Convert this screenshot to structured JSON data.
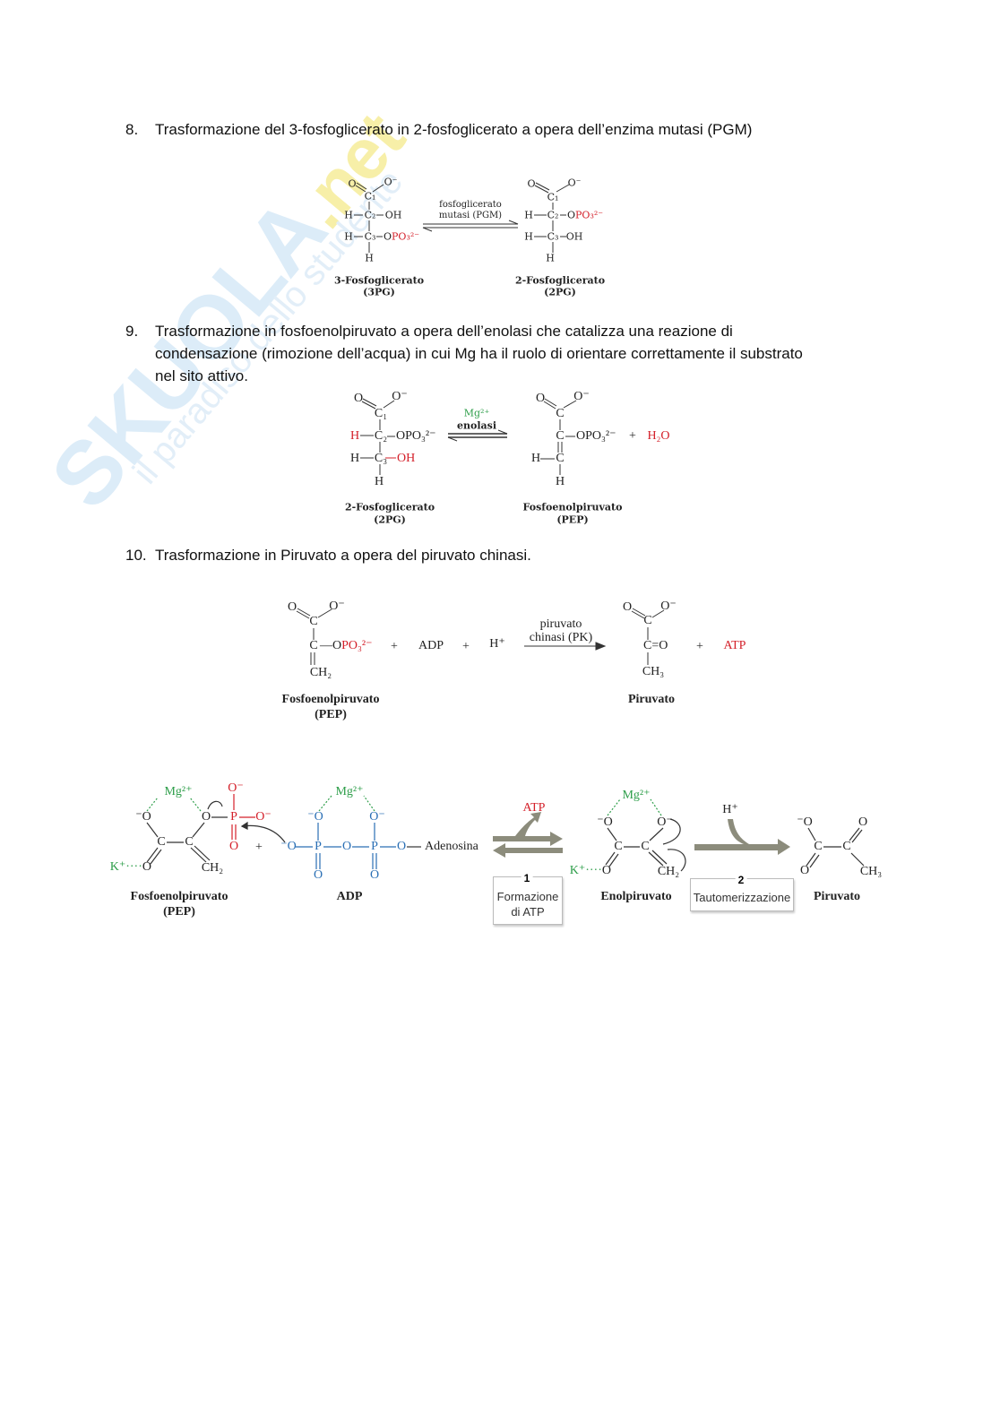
{
  "watermark": {
    "brand": "SKUOLA",
    "brand_suffix": ".net",
    "tagline": "il paradiso dello studente"
  },
  "items": [
    {
      "number": "8.",
      "lines": [
        "Trasformazione del 3-fosfoglicerato in 2-fosfoglicerato a opera dell’enzima mutasi (PGM)"
      ]
    },
    {
      "number": "9.",
      "lines": [
        "Trasformazione in fosfoenolpiruvato a opera dell’enolasi che catalizza una reazione di",
        "condensazione (rimozione dell’acqua) in cui Mg ha il ruolo di orientare correttamente il substrato",
        "nel sito attivo."
      ]
    },
    {
      "number": "10.",
      "lines": [
        "Trasformazione in Piruvato a opera del piruvato chinasi."
      ]
    }
  ],
  "reaction_pgm": {
    "left": {
      "O": "O",
      "Ominus": "O⁻",
      "C1": "C₁",
      "H2": "H",
      "C2": "C₂",
      "OH": "OH",
      "H3": "H",
      "C3": "C₃",
      "O_ester": "O",
      "PO3": "PO₃²⁻",
      "Hb": "H",
      "name": "3-Fosfoglicerato",
      "abbr": "(3PG)"
    },
    "enzyme": [
      "fosfoglicerato",
      "mutasi (PGM)"
    ],
    "right": {
      "O": "O",
      "Ominus": "O⁻",
      "C1": "C₁",
      "H2": "H",
      "C2": "C₂",
      "O_ester": "O",
      "PO3": "PO₃²⁻",
      "H3": "H",
      "C3": "C₃",
      "OH": "OH",
      "Hb": "H",
      "name": "2-Fosfoglicerato",
      "abbr": "(2PG)"
    }
  },
  "reaction_enolase": {
    "left": {
      "O": "O",
      "Ominus": "O⁻",
      "C1": "C₁",
      "H2": "H",
      "C2": "C₂",
      "OPO3": "OPO₃²⁻",
      "H3": "H",
      "C3": "C₃",
      "OH": "OH",
      "Hb": "H",
      "name": "2-Fosfoglicerato",
      "abbr": "(2PG)"
    },
    "cofactor": "Mg²⁺",
    "enzyme": "enolasi",
    "right": {
      "O": "O",
      "Ominus": "O⁻",
      "C1": "C",
      "C2": "C",
      "OPO3": "OPO₃²⁻",
      "H3": "H",
      "C3": "C",
      "Hb": "H",
      "name": "Fosfoenolpiruvato",
      "abbr": "(PEP)"
    },
    "plus": "+",
    "water": "H₂O"
  },
  "reaction_pk": {
    "pep": {
      "O": "O",
      "Ominus": "O⁻",
      "C1": "C",
      "C2": "C",
      "O_ester": "—O",
      "PO3": "PO₃²⁻",
      "CH2": "CH₂",
      "name": "Fosfoenolpiruvato",
      "abbr": "(PEP)"
    },
    "plus": "+",
    "adp": "ADP",
    "hplus": "H⁺",
    "enzyme": [
      "piruvato",
      "chinasi (PK)"
    ],
    "pyr": {
      "O": "O",
      "Ominus": "O⁻",
      "C1": "C",
      "C2O": "C=O",
      "CH3": "CH₃",
      "name": "Piruvato"
    },
    "atp": "ATP"
  },
  "mechanism": {
    "pep": {
      "mg": "Mg²⁺",
      "Om1": "⁻O",
      "Oe": "O",
      "P": "P",
      "Otop": "O⁻",
      "Oright": "O⁻",
      "Obot": "O",
      "C1": "C",
      "C2": "C",
      "K": "K⁺····",
      "Ok": "O",
      "CH2": "CH₂",
      "name": "Fosfoenolpiruvato",
      "abbr": "(PEP)"
    },
    "plus": "+",
    "adp": {
      "mg": "Mg²⁺",
      "Oa": "⁻O",
      "Ob": "O⁻",
      "chain": [
        "⁻O",
        "P",
        "O",
        "P",
        "O"
      ],
      "Oc": "O",
      "Od": "O",
      "adenosine": "Adenosina",
      "name": "ADP"
    },
    "atp": "ATP",
    "step1": {
      "number": "1",
      "label_lines": [
        "Formazione",
        "di ATP"
      ]
    },
    "enol": {
      "mg": "Mg²⁺",
      "Oa": "⁻O",
      "Ob": "O⁻",
      "C1": "C",
      "C2": "C",
      "K": "K⁺····",
      "Ok": "O",
      "CH2": "CH₂",
      "name": "Enolpiruvato"
    },
    "hplus": "H⁺",
    "step2": {
      "number": "2",
      "label": "Tautomerizzazione"
    },
    "pyr": {
      "Oa": "⁻O",
      "Ob": "O",
      "C1": "C",
      "C2": "C",
      "Oc": "O",
      "CH3": "CH₃",
      "name": "Piruvato"
    },
    "colors": {
      "red": "#d4202a",
      "green": "#2e9e4a",
      "blue": "#2a6fb5",
      "arrow": "#8c8c7c"
    }
  }
}
